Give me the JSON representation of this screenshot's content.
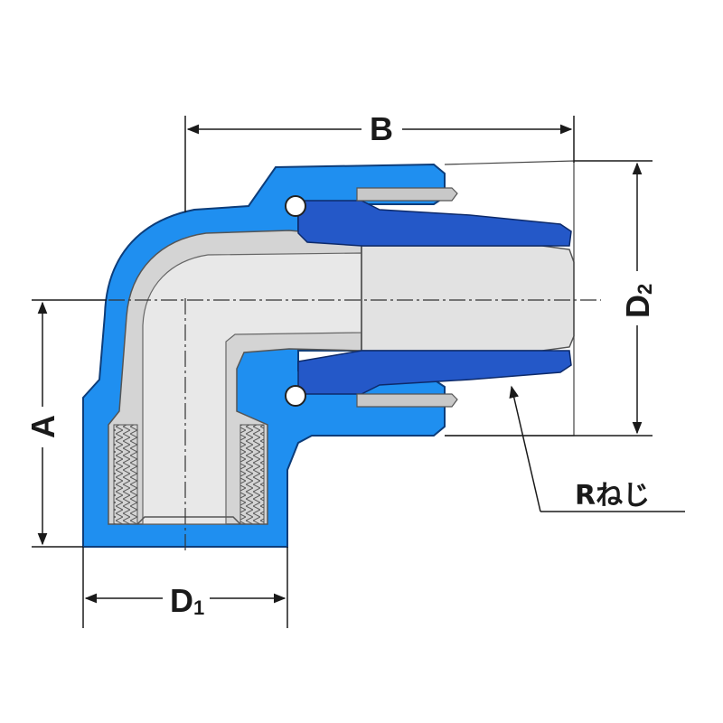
{
  "labels": {
    "B": "B",
    "A": "A",
    "D1_main": "D",
    "D1_sub": "1",
    "D2_main": "D",
    "D2_sub": "2",
    "thread_note": "Rねじ"
  },
  "colors": {
    "body_blue": "#1f8ff0",
    "insert_blue": "#2458c8",
    "metal_gray": "#d4d4d4",
    "metal_dark": "#9a9a9a",
    "line": "#1a1a1a"
  }
}
